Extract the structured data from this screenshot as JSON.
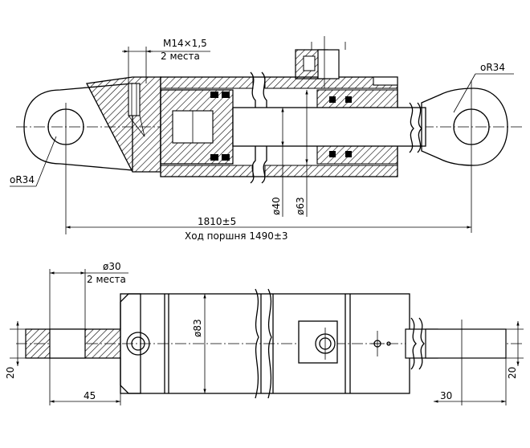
{
  "labels": {
    "thread_size": "M14×1,5",
    "thread_qty": "2 места",
    "radius_right": "оR34",
    "radius_left": "оR34",
    "dia_rod": "ø40",
    "dia_piston": "ø63",
    "overall_length": "1810±5",
    "stroke": "Ход поршня 1490±3",
    "dia_pin": "ø30",
    "pin_qty": "2 места",
    "dia_body": "ø83",
    "eye_width_left": "20",
    "eye_width_right": "20",
    "eye_len_left": "45",
    "eye_len_right": "30"
  },
  "colors": {
    "line": "#000000",
    "paper": "#ffffff"
  }
}
